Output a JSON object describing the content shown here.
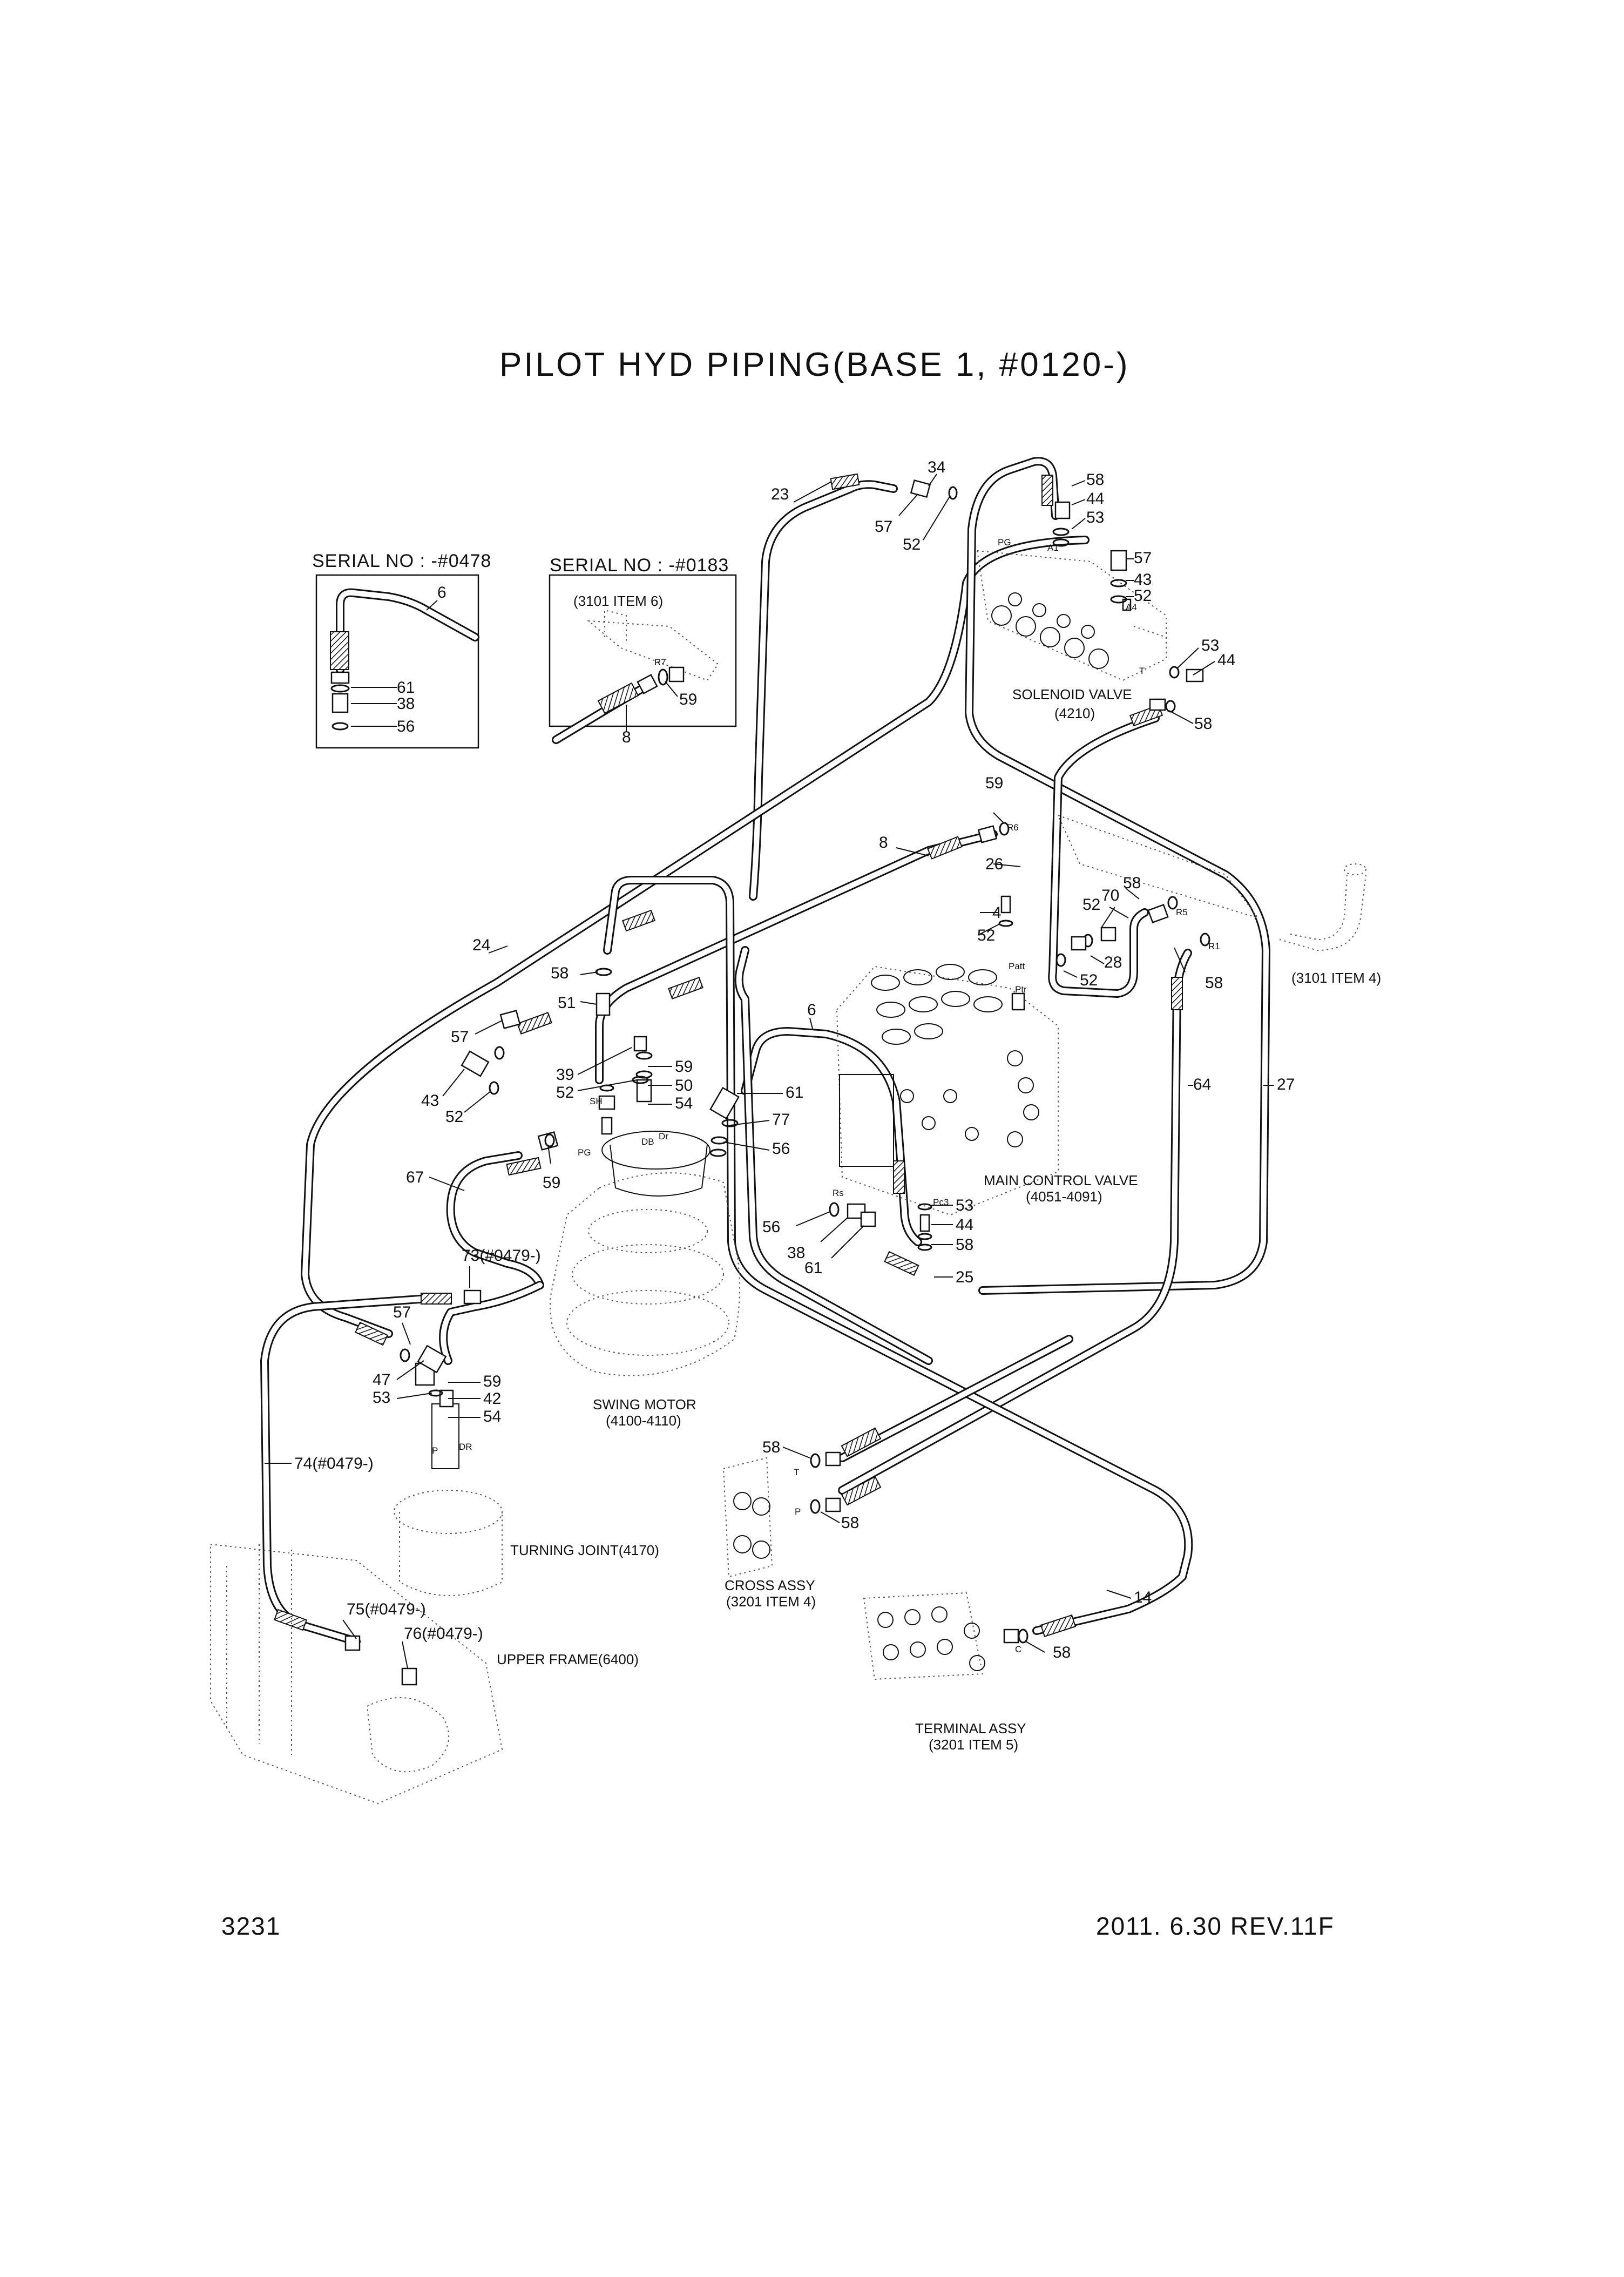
{
  "title": "PILOT HYD PIPING(BASE 1,  #0120-)",
  "page_number": "3231",
  "revision": "2011. 6.30  REV.11F",
  "insets": [
    {
      "title": "SERIAL NO : -#0478",
      "labels": [
        "6",
        "61",
        "38",
        "56"
      ]
    },
    {
      "title": "SERIAL NO : -#0183",
      "note": "(3101 ITEM 6)",
      "labels": [
        "R7",
        "59",
        "8"
      ]
    }
  ],
  "components": {
    "solenoid_valve": {
      "name": "SOLENOID VALVE",
      "code": "(4210)"
    },
    "main_control_valve": {
      "name": "MAIN CONTROL VALVE",
      "code": "(4051-4091)"
    },
    "swing_motor": {
      "name": "SWING MOTOR",
      "code": "(4100-4110)"
    },
    "turning_joint": {
      "name": "TURNING JOINT(4170)"
    },
    "upper_frame": {
      "name": "UPPER FRAME(6400)"
    },
    "cross_assy": {
      "name": "CROSS ASSY",
      "code": "(3201 ITEM 4)"
    },
    "terminal_assy": {
      "name": "TERMINAL ASSY",
      "code": "(3201 ITEM 5)"
    },
    "ref_item4": {
      "name": "(3101 ITEM 4)"
    }
  },
  "port_labels": [
    "PG",
    "A1",
    "A4",
    "T",
    "R6",
    "R5",
    "R1",
    "Patt",
    "Ptr",
    "Pc3",
    "Rs",
    "SH",
    "PG",
    "DB",
    "Dr",
    "P",
    "DR",
    "T",
    "P",
    "C"
  ],
  "callouts": [
    "23",
    "34",
    "57",
    "52",
    "58",
    "44",
    "53",
    "57",
    "43",
    "52",
    "53",
    "44",
    "58",
    "59",
    "8",
    "26",
    "58",
    "70",
    "52",
    "28",
    "52",
    "58",
    "4",
    "52",
    "24",
    "58",
    "51",
    "57",
    "43",
    "52",
    "39",
    "52",
    "59",
    "50",
    "54",
    "6",
    "61",
    "77",
    "56",
    "67",
    "59",
    "73(#0479-)",
    "56",
    "38",
    "61",
    "53",
    "44",
    "58",
    "25",
    "64",
    "27",
    "57",
    "47",
    "53",
    "59",
    "42",
    "54",
    "74(#0479-)",
    "58",
    "58",
    "75(#0479-)",
    "76(#0479-)",
    "14",
    "58"
  ]
}
